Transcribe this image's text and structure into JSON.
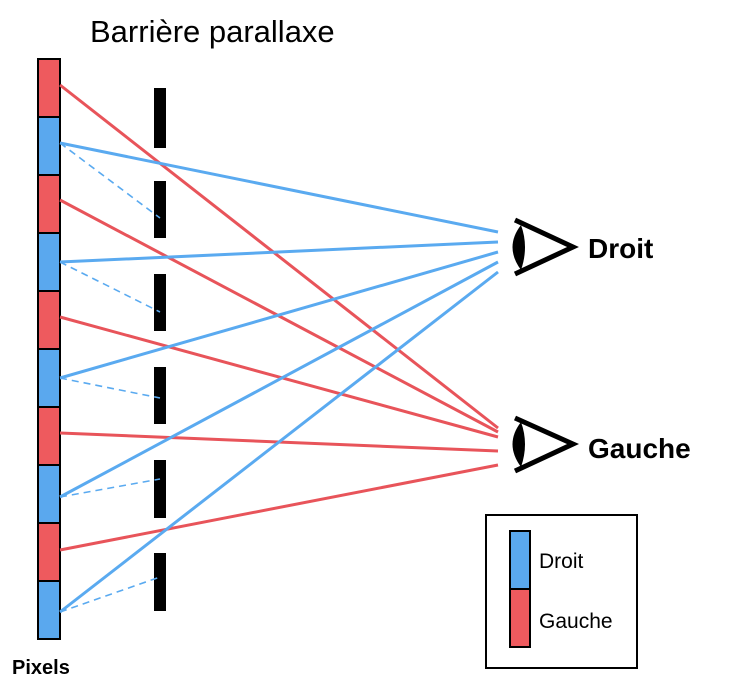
{
  "title": "Barrière parallaxe",
  "pixels_label": "Pixels",
  "eyes": {
    "right_label": "Droit",
    "left_label": "Gauche"
  },
  "legend": {
    "right_label": "Droit",
    "left_label": "Gauche"
  },
  "colors": {
    "right": "#5aaaf0",
    "left": "#e8545a",
    "right_pixel": "#5aa8ee",
    "left_pixel": "#ee5a5e",
    "barrier": "#000000"
  },
  "pixel_sequence": [
    "left",
    "right",
    "left",
    "right",
    "left",
    "right",
    "left",
    "right",
    "left",
    "right"
  ]
}
